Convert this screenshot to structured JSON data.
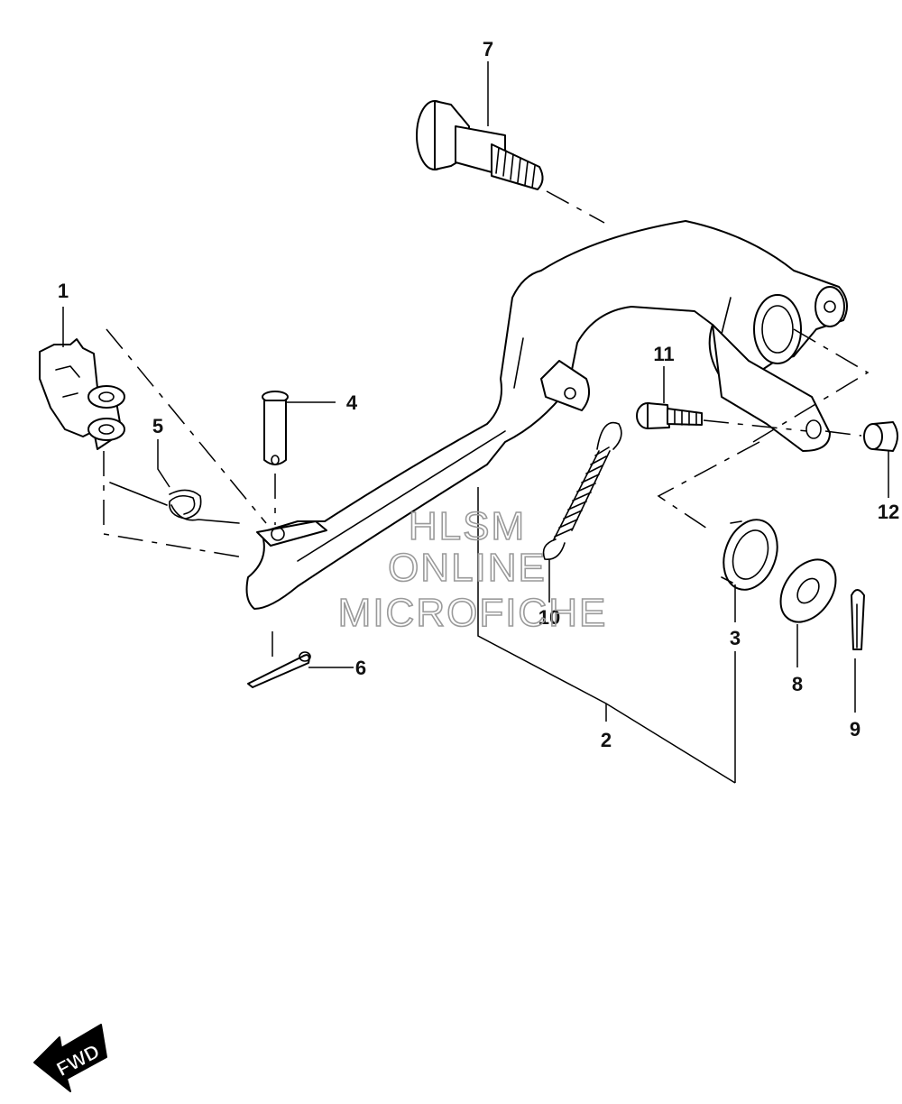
{
  "callouts": {
    "c1": "1",
    "c2": "2",
    "c3": "3",
    "c4": "4",
    "c5": "5",
    "c6": "6",
    "c7": "7",
    "c8": "8",
    "c9": "9",
    "c10": "10",
    "c11": "11",
    "c12": "12"
  },
  "watermark": {
    "line1": "HLSM",
    "line2": "ONLINE",
    "line3": "MICROFICHE"
  },
  "direction_badge": {
    "label": "FWD",
    "icon": "forward-arrow-icon"
  },
  "colors": {
    "line": "#000000",
    "background": "#ffffff",
    "watermark": "#9a9a9a"
  }
}
